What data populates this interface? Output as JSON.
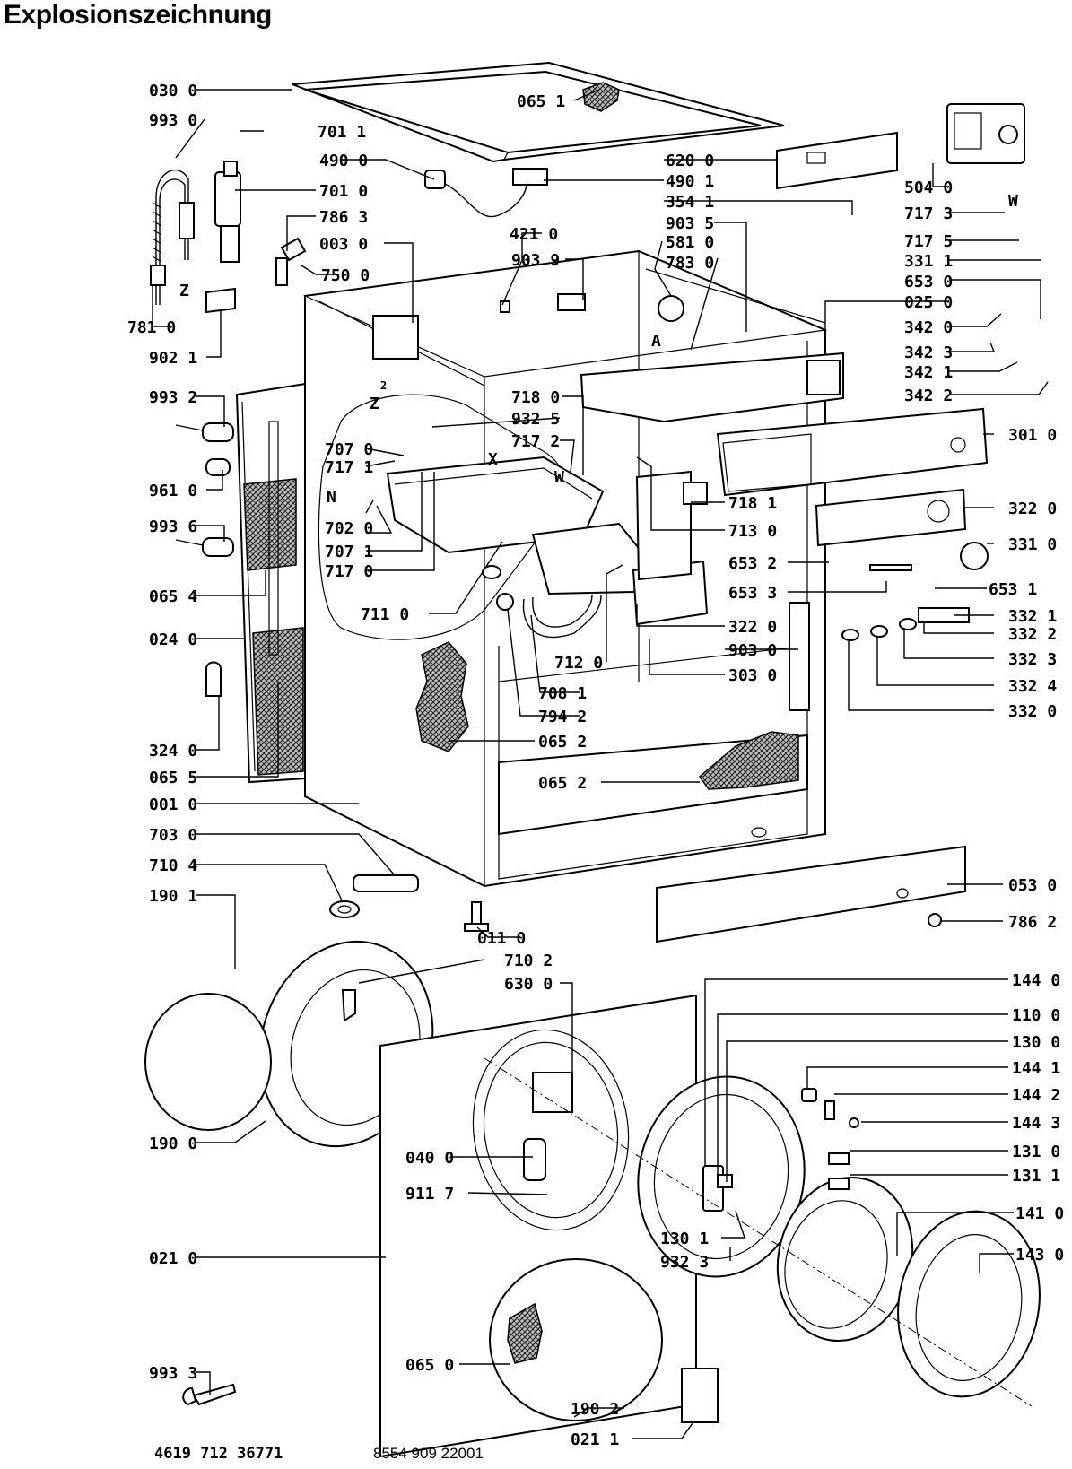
{
  "title": "Explosionszeichnung",
  "footer": {
    "model_number": "4619 712 36771",
    "document_number": "8554 909 22001"
  },
  "markers": {
    "w1": "W",
    "z1": "Z",
    "z2": "Z",
    "z_sup": "2",
    "a": "A",
    "x": "X",
    "w2": "W",
    "n": "N"
  },
  "part_labels": [
    "030 0",
    "993 0",
    "701 1",
    "490 0",
    "701 0",
    "786 3",
    "003 0",
    "750 0",
    "781 0",
    "902 1",
    "993 2",
    "961 0",
    "993 6",
    "065 4",
    "024 0",
    "324 0",
    "065 5",
    "001 0",
    "703 0",
    "710 4",
    "190 1",
    "190 0",
    "021 0",
    "993 3",
    "065 1",
    "620 0",
    "490 1",
    "354 1",
    "903 5",
    "421 0",
    "903 9",
    "581 0",
    "783 0",
    "504 0",
    "717 3",
    "717 5",
    "331 1",
    "653 0",
    "025 0",
    "342 0",
    "342 3",
    "342 1",
    "342 2",
    "718 0",
    "932 5",
    "717 2",
    "707 0",
    "717 1",
    "702 0",
    "707 1",
    "717 0",
    "711 0",
    "301 0",
    "718 1",
    "713 0",
    "322 0",
    "331 0",
    "653 2",
    "653 3",
    "653 1",
    "322 0",
    "903 0",
    "303 0",
    "712 0",
    "708 1",
    "794 2",
    "065 2",
    "065 2",
    "332 1",
    "332 2",
    "332 3",
    "332 4",
    "332 0",
    "053 0",
    "786 2",
    "011 0",
    "710 2",
    "630 0",
    "040 0",
    "911 7",
    "065 0",
    "190 2",
    "021 1",
    "130 1",
    "932 3",
    "144 0",
    "110 0",
    "130 0",
    "144 1",
    "144 2",
    "144 3",
    "131 0",
    "131 1",
    "141 0",
    "143 0"
  ]
}
